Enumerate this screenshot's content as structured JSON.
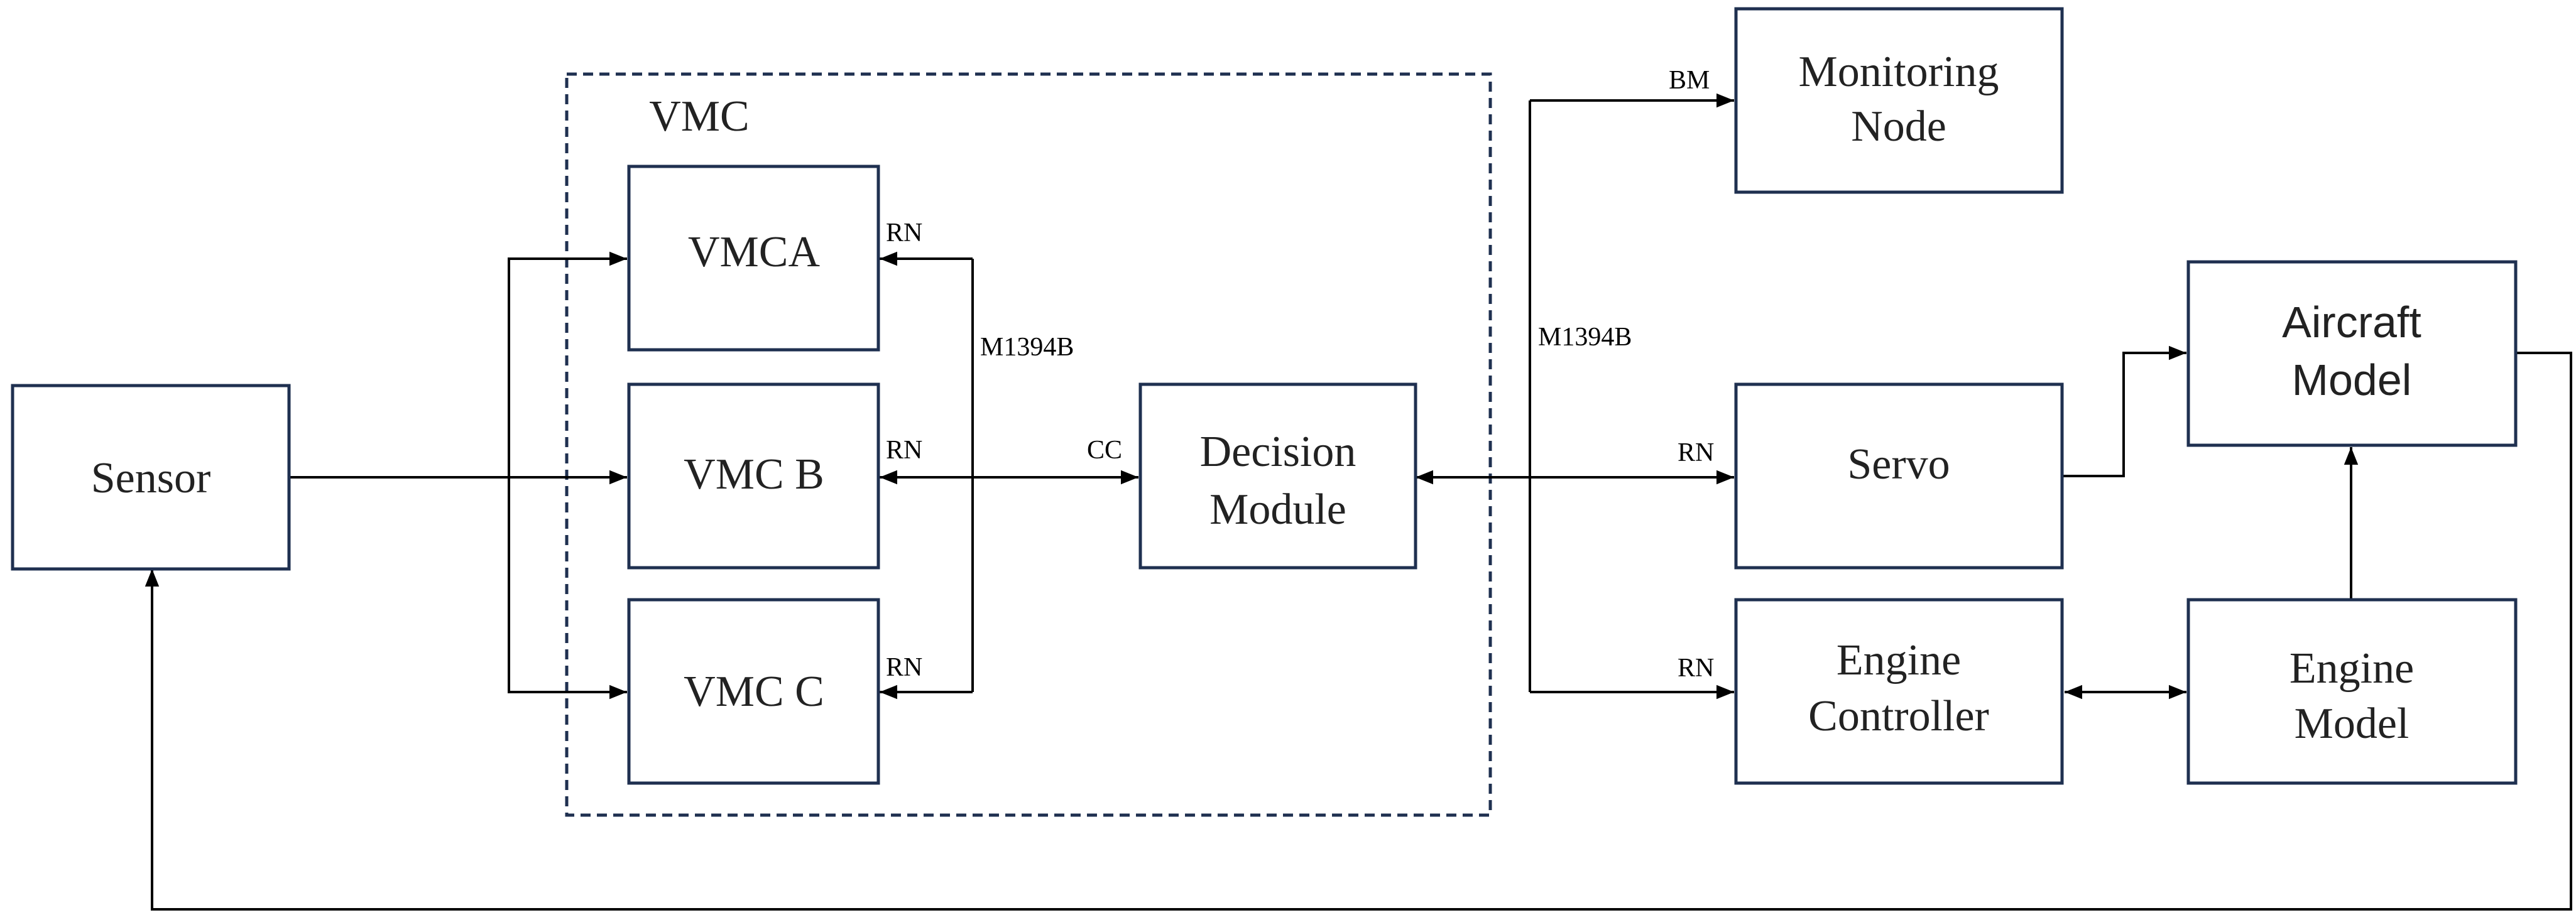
{
  "nodes": {
    "sensor": "Sensor",
    "vmc_group": "VMC",
    "vmca": "VMCA",
    "vmcb": "VMC B",
    "vmcc": "VMC C",
    "decision": [
      "Decision",
      "Module"
    ],
    "monitoring": [
      "Monitoring",
      "Node"
    ],
    "servo": "Servo",
    "engine_controller": [
      "Engine",
      "Controller"
    ],
    "aircraft_model": [
      "Aircraft",
      "Model"
    ],
    "engine_model": [
      "Engine",
      "Model"
    ]
  },
  "labels": {
    "rn": "RN",
    "bm": "BM",
    "cc": "CC",
    "bus_left": "M1394B",
    "bus_right": "M1394B"
  },
  "colors": {
    "box_stroke": "#1f3050",
    "wire": "#000000"
  }
}
